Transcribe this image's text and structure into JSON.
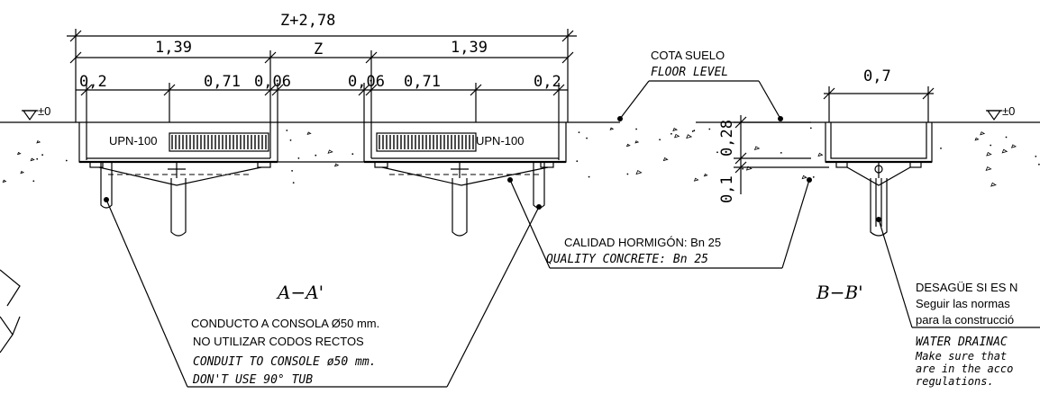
{
  "section_a": {
    "title": "A−A'",
    "dims": {
      "total": "Z+2,78",
      "left_overhang": "1,39",
      "center": "Z",
      "right_overhang": "1,39",
      "left_edge": "0,2",
      "left_slab": "0,71",
      "left_gap": "0,06",
      "right_gap": "0,06",
      "right_slab": "0,71",
      "right_edge": "0,2"
    },
    "profile_left": "UPN-100",
    "profile_right": "UPN-100",
    "level_mark": "±0"
  },
  "section_b": {
    "title": "B−B'",
    "dims": {
      "width": "0,7",
      "height_top": "0,28",
      "height_bottom": "0,1"
    },
    "level_mark": "±0"
  },
  "notes": {
    "floor_level_es": "COTA SUELO",
    "floor_level_en": "FLOOR LEVEL",
    "concrete_es": "CALIDAD HORMIGÓN: Bn 25",
    "concrete_en": "QUALITY CONCRETE: Bn 25",
    "conduit_es_1": "CONDUCTO A CONSOLA Ø50 mm.",
    "conduit_es_2": "NO UTILIZAR CODOS RECTOS",
    "conduit_en_1": "CONDUIT TO CONSOLE ø50 mm.",
    "conduit_en_2": "DON'T USE 90° TUB",
    "drain_es_1": "DESAGÜE SI ES N",
    "drain_es_2": "Seguir las normas",
    "drain_es_3": "para la construcció",
    "drain_en_1": "WATER DRAINAC",
    "drain_en_2": "Make sure that",
    "drain_en_3": "are in the acco",
    "drain_en_4": "regulations."
  }
}
